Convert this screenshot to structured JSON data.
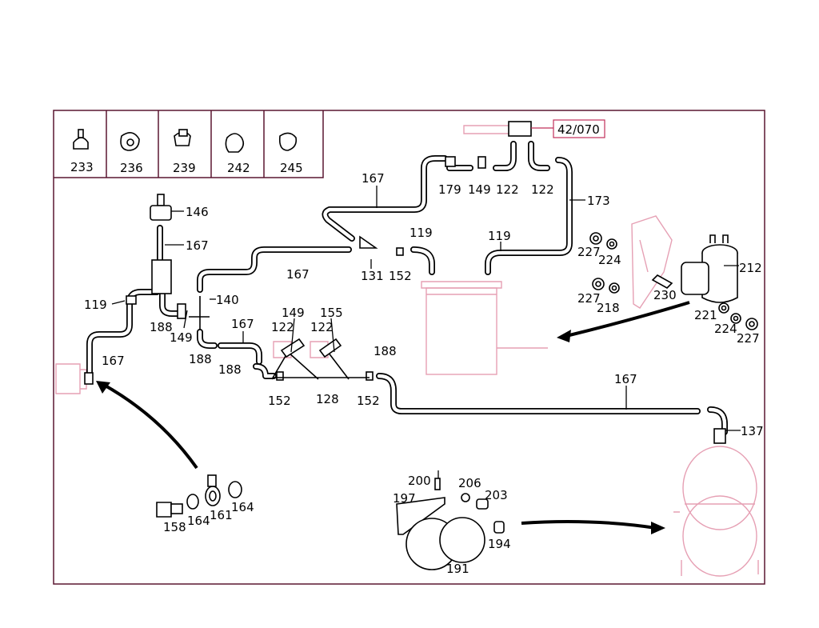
{
  "legend": [
    "233",
    "236",
    "239",
    "242",
    "245"
  ],
  "reference": "42/070",
  "labels": {
    "l146": "146",
    "l167a": "167",
    "l119a": "119",
    "l188a": "188",
    "l149a": "149",
    "l167b": "167",
    "l140": "140",
    "l167c": "167",
    "l188b": "188",
    "l167d": "167",
    "l188c": "188",
    "l152a": "152",
    "l128": "128",
    "l152b": "152",
    "l149b": "149",
    "l122a": "122",
    "l155": "155",
    "l122b": "122",
    "l131": "131",
    "l152c": "152",
    "l167e": "167",
    "l179": "179",
    "l149c": "149",
    "l122c": "122",
    "l122d": "122",
    "l173": "173",
    "l119b": "119",
    "l119c": "119",
    "l188d": "188",
    "l167f": "167",
    "l137": "137",
    "l227a": "227",
    "l224a": "224",
    "l212": "212",
    "l227b": "227",
    "l218": "218",
    "l230": "230",
    "l221": "221",
    "l224b": "224",
    "l227c": "227",
    "l158": "158",
    "l164a": "164",
    "l161": "161",
    "l164b": "164",
    "l200": "200",
    "l206": "206",
    "l203": "203",
    "l197": "197",
    "l194": "194",
    "l191": "191"
  },
  "colors": {
    "frame": "#5a1630",
    "ghost": "#e6a0b4",
    "accent": "#c0305a"
  }
}
